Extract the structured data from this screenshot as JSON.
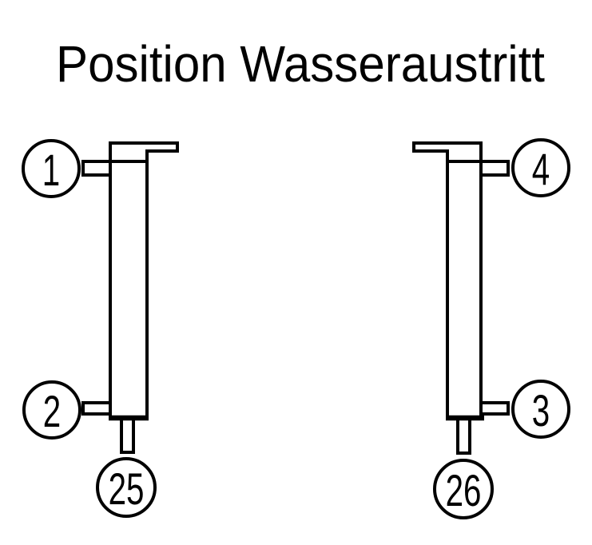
{
  "title": "Position Wasseraustritt",
  "colors": {
    "line": "#000000",
    "background": "#ffffff"
  },
  "diagram": {
    "left_unit": {
      "callouts": [
        {
          "id": "1",
          "position": "top-left"
        },
        {
          "id": "2",
          "position": "bottom-left"
        },
        {
          "id": "25",
          "position": "bottom"
        }
      ]
    },
    "right_unit": {
      "callouts": [
        {
          "id": "4",
          "position": "top-right"
        },
        {
          "id": "3",
          "position": "bottom-right"
        },
        {
          "id": "26",
          "position": "bottom"
        }
      ]
    }
  }
}
